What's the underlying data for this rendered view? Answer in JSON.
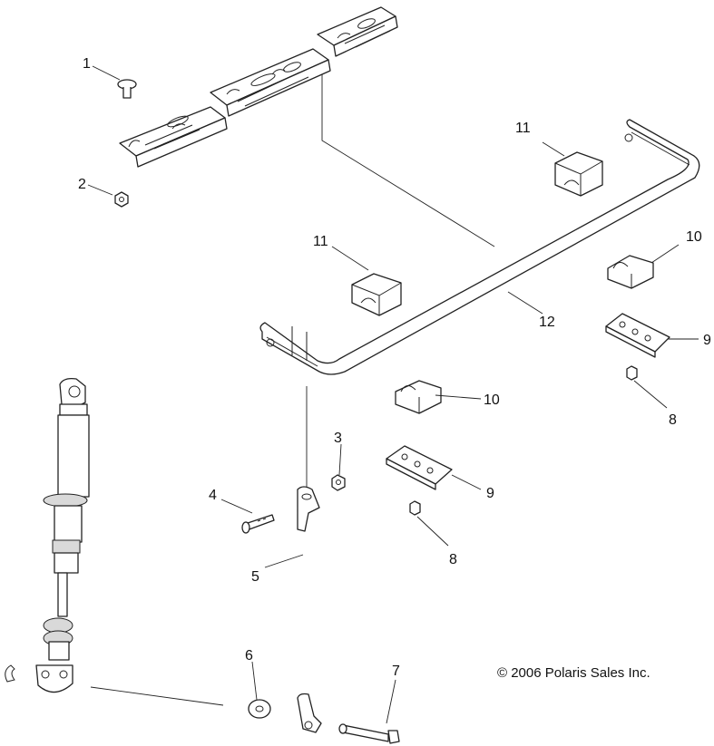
{
  "callouts": {
    "c1": "1",
    "c2": "2",
    "c3": "3",
    "c4": "4",
    "c5": "5",
    "c6": "6",
    "c7": "7",
    "c8a": "8",
    "c8b": "8",
    "c9a": "9",
    "c9b": "9",
    "c10a": "10",
    "c10b": "10",
    "c11a": "11",
    "c11b": "11",
    "c12": "12"
  },
  "copyright": "© 2006 Polaris Sales Inc."
}
